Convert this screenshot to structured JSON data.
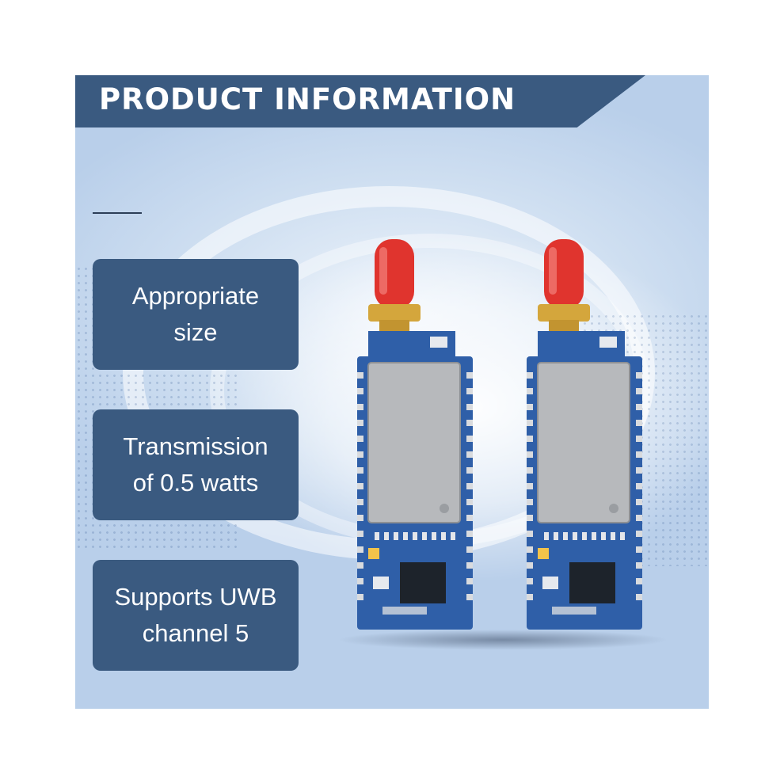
{
  "banner": {
    "title": "PRODUCT INFORMATION"
  },
  "features": [
    {
      "line1": "Appropriate",
      "line2": "size"
    },
    {
      "line1": "Transmission",
      "line2": "of 0.5 watts"
    },
    {
      "line1": "Supports UWB",
      "line2": "channel 5"
    }
  ],
  "products": [
    {
      "name": "uwb-module-left"
    },
    {
      "name": "uwb-module-right"
    }
  ],
  "colors": {
    "banner": "#3a5a80",
    "pcb": "#2f5fa8",
    "shield": "#b7b9bc",
    "antenna_cap": "#e0342e",
    "connector": "#d4a63c"
  }
}
